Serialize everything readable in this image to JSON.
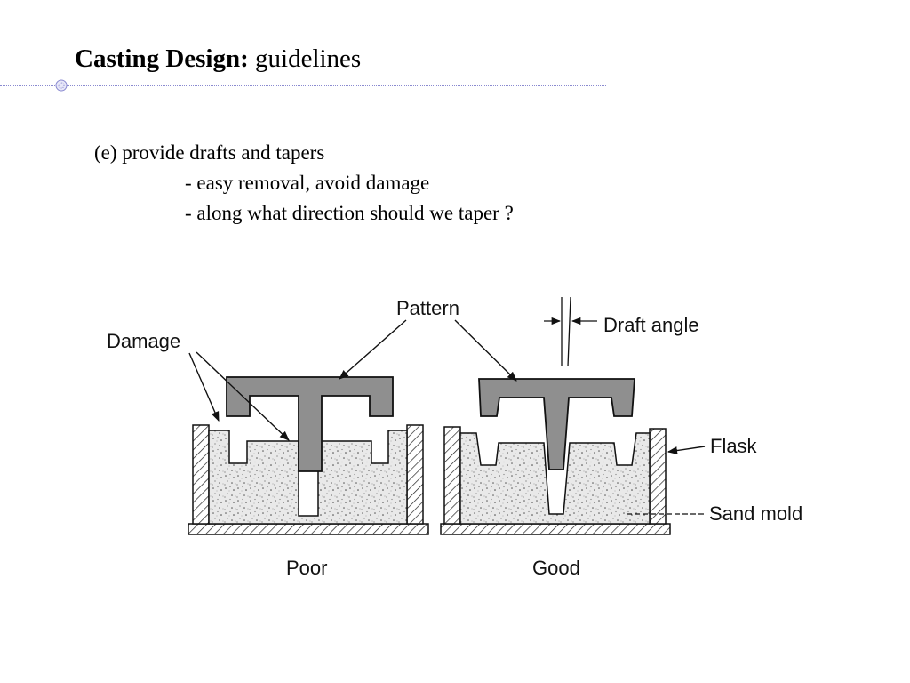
{
  "slide": {
    "title_bold": "Casting Design:",
    "title_normal": "guidelines"
  },
  "content": {
    "heading": "(e) provide drafts and tapers",
    "bullets": [
      "- easy removal, avoid damage",
      "- along what direction should we taper ?"
    ]
  },
  "figure": {
    "labels": {
      "damage": "Damage",
      "pattern": "Pattern",
      "draft_angle": "Draft angle",
      "flask": "Flask",
      "sand_mold": "Sand mold",
      "poor": "Poor",
      "good": "Good"
    }
  }
}
